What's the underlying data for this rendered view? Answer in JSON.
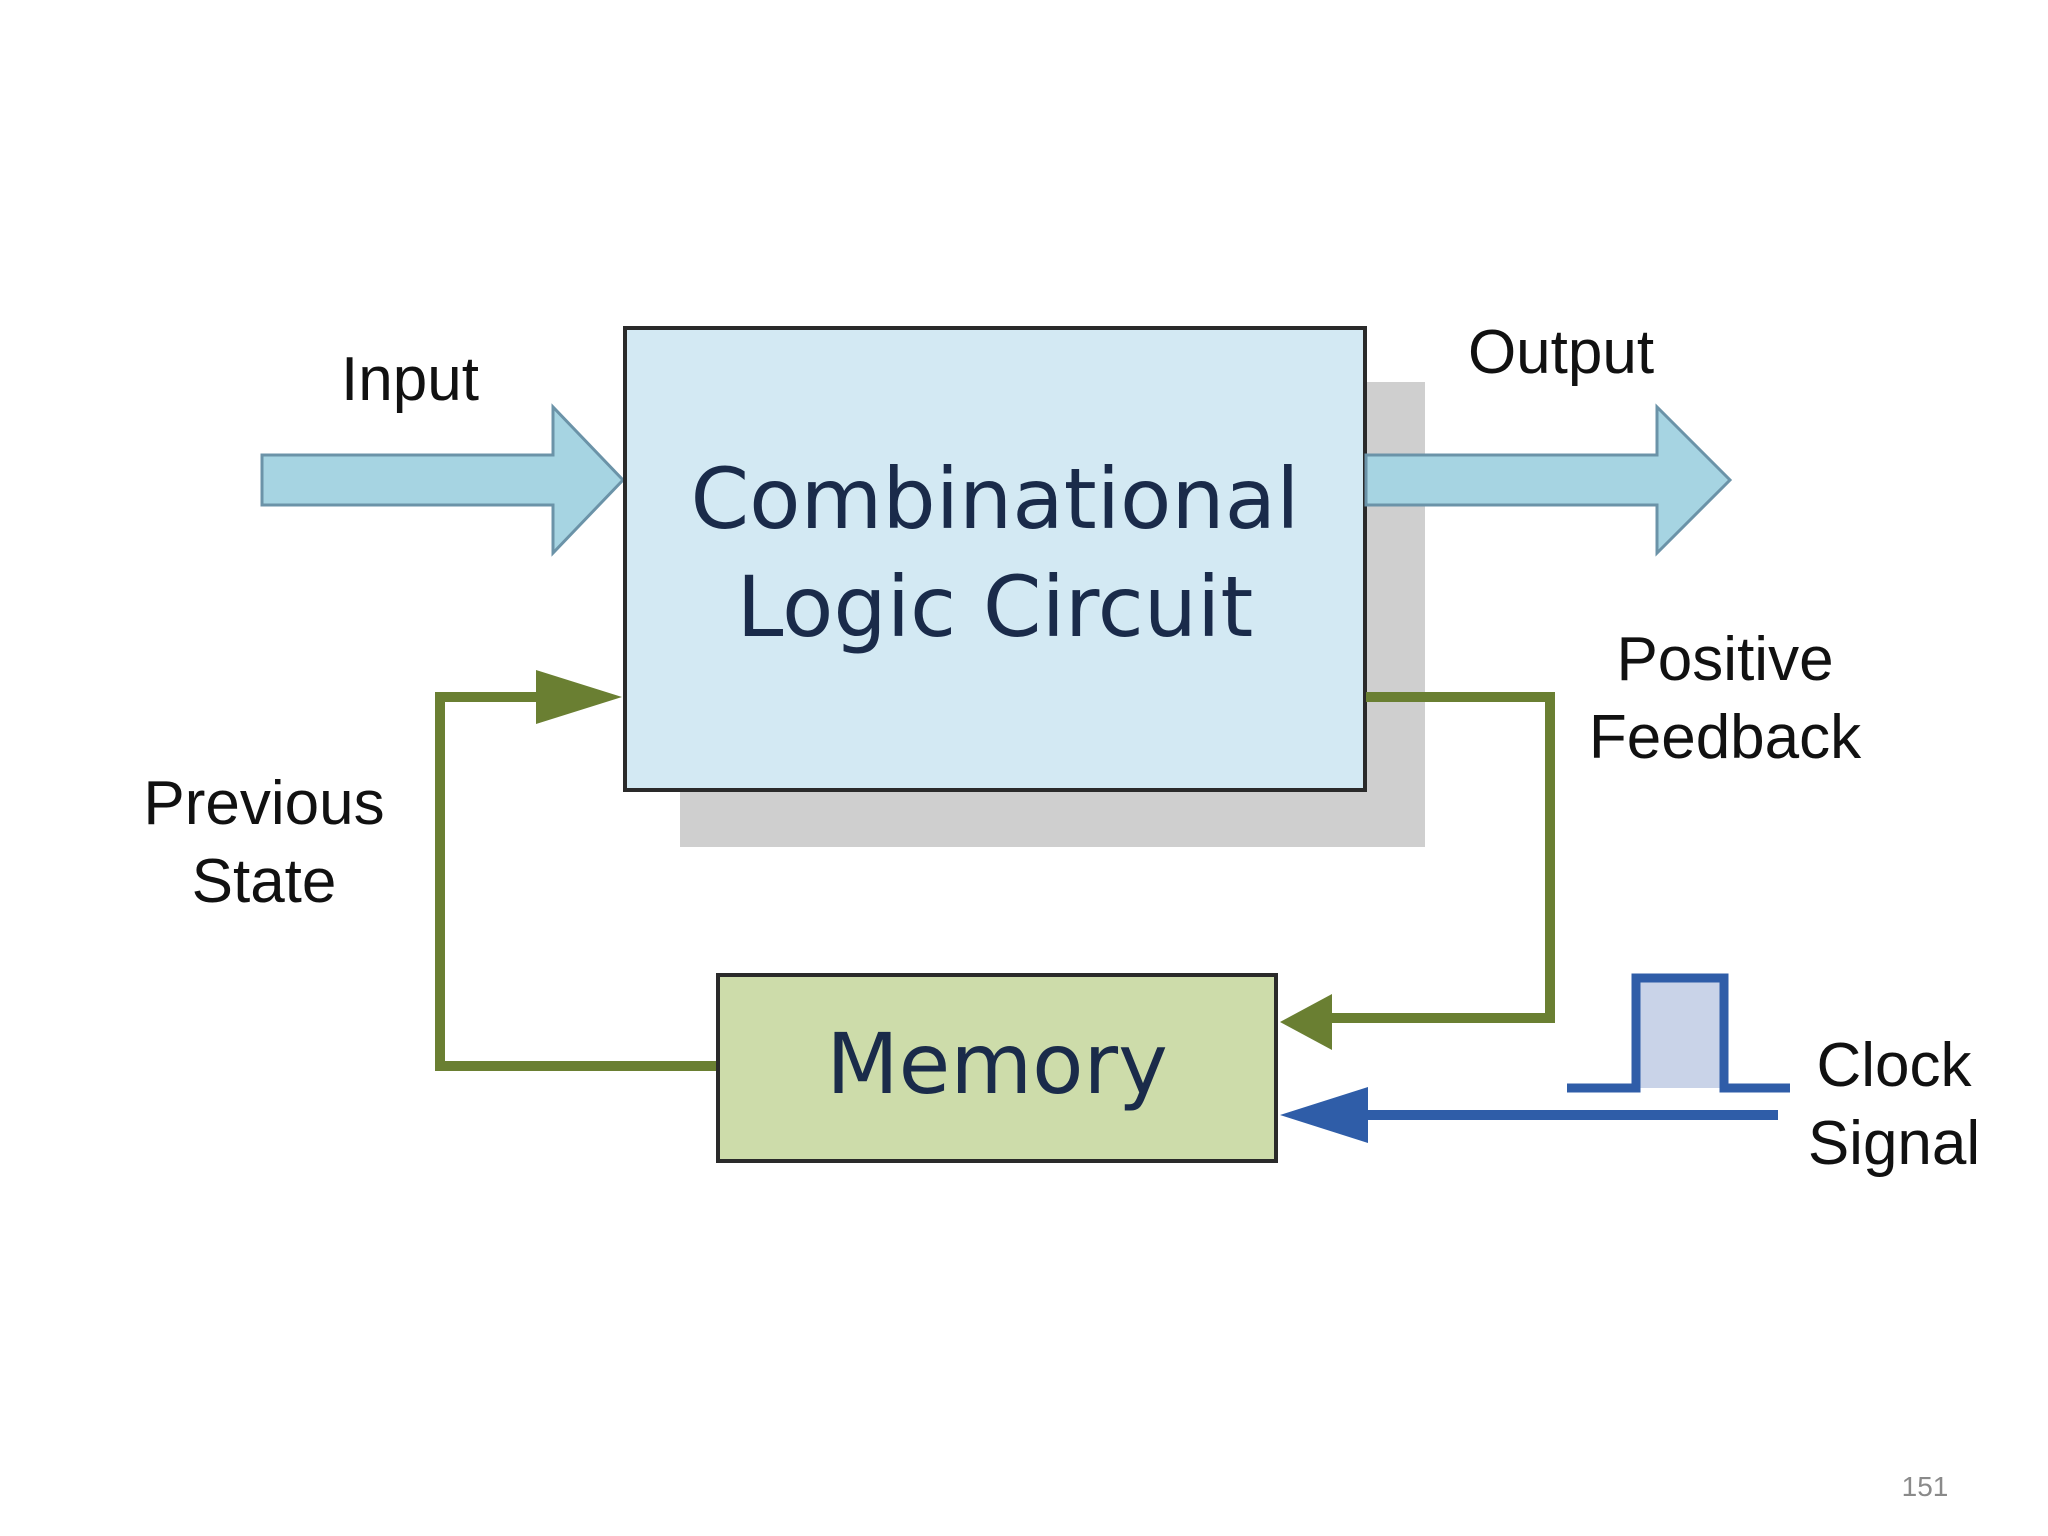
{
  "diagram": {
    "combinational_box": {
      "line1": "Combinational",
      "line2": "Logic Circuit"
    },
    "memory_box": {
      "label": "Memory"
    },
    "labels": {
      "input": "Input",
      "output": "Output",
      "positive_feedback_line1": "Positive",
      "positive_feedback_line2": "Feedback",
      "previous_state_line1": "Previous",
      "previous_state_line2": "State",
      "clock_signal_line1": "Clock",
      "clock_signal_line2": "Signal"
    },
    "colors": {
      "combinational_fill": "#d3e9f3",
      "memory_fill": "#cddcaa",
      "box_border": "#2a2a2a",
      "shadow": "#cfcfcf",
      "io_arrow_fill": "#a6d4e2",
      "io_arrow_stroke": "#6b93a8",
      "feedback_green": "#6a7f32",
      "clock_blue": "#2f5da8",
      "clock_pulse_fill": "#c9d3e8"
    },
    "icons": {
      "input_arrow": "input-arrow-icon",
      "output_arrow": "output-arrow-icon",
      "clock_pulse": "clock-pulse-icon"
    }
  },
  "footer": {
    "page_number": "151"
  }
}
